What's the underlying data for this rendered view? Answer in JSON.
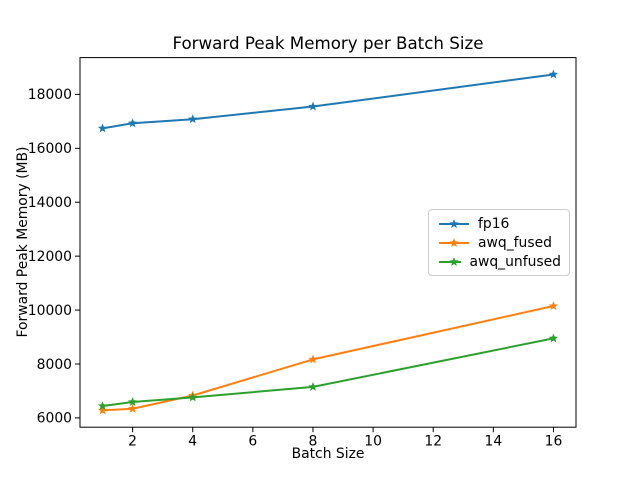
{
  "chart_data": {
    "type": "line",
    "title": "Forward Peak Memory per Batch Size",
    "xlabel": "Batch Size",
    "ylabel": "Forward Peak Memory (MB)",
    "x": [
      1,
      2,
      4,
      8,
      16
    ],
    "series": [
      {
        "name": "fp16",
        "color": "#1f77b4",
        "values": [
          16740,
          16930,
          17080,
          17550,
          18740
        ]
      },
      {
        "name": "awq_fused",
        "color": "#ff7f0e",
        "values": [
          6280,
          6340,
          6830,
          8170,
          10150
        ]
      },
      {
        "name": "awq_unfused",
        "color": "#2ca02c",
        "values": [
          6440,
          6590,
          6760,
          7150,
          8950
        ]
      }
    ],
    "marker": "star",
    "xticks": [
      2,
      4,
      6,
      8,
      10,
      12,
      14,
      16
    ],
    "yticks": [
      6000,
      8000,
      10000,
      12000,
      14000,
      16000,
      18000
    ],
    "xlim": [
      0.25,
      16.75
    ],
    "ylim": [
      5655,
      19365
    ],
    "grid": false,
    "legend_position": "center-right",
    "axis_color": "#000000",
    "background_color": "#ffffff"
  }
}
